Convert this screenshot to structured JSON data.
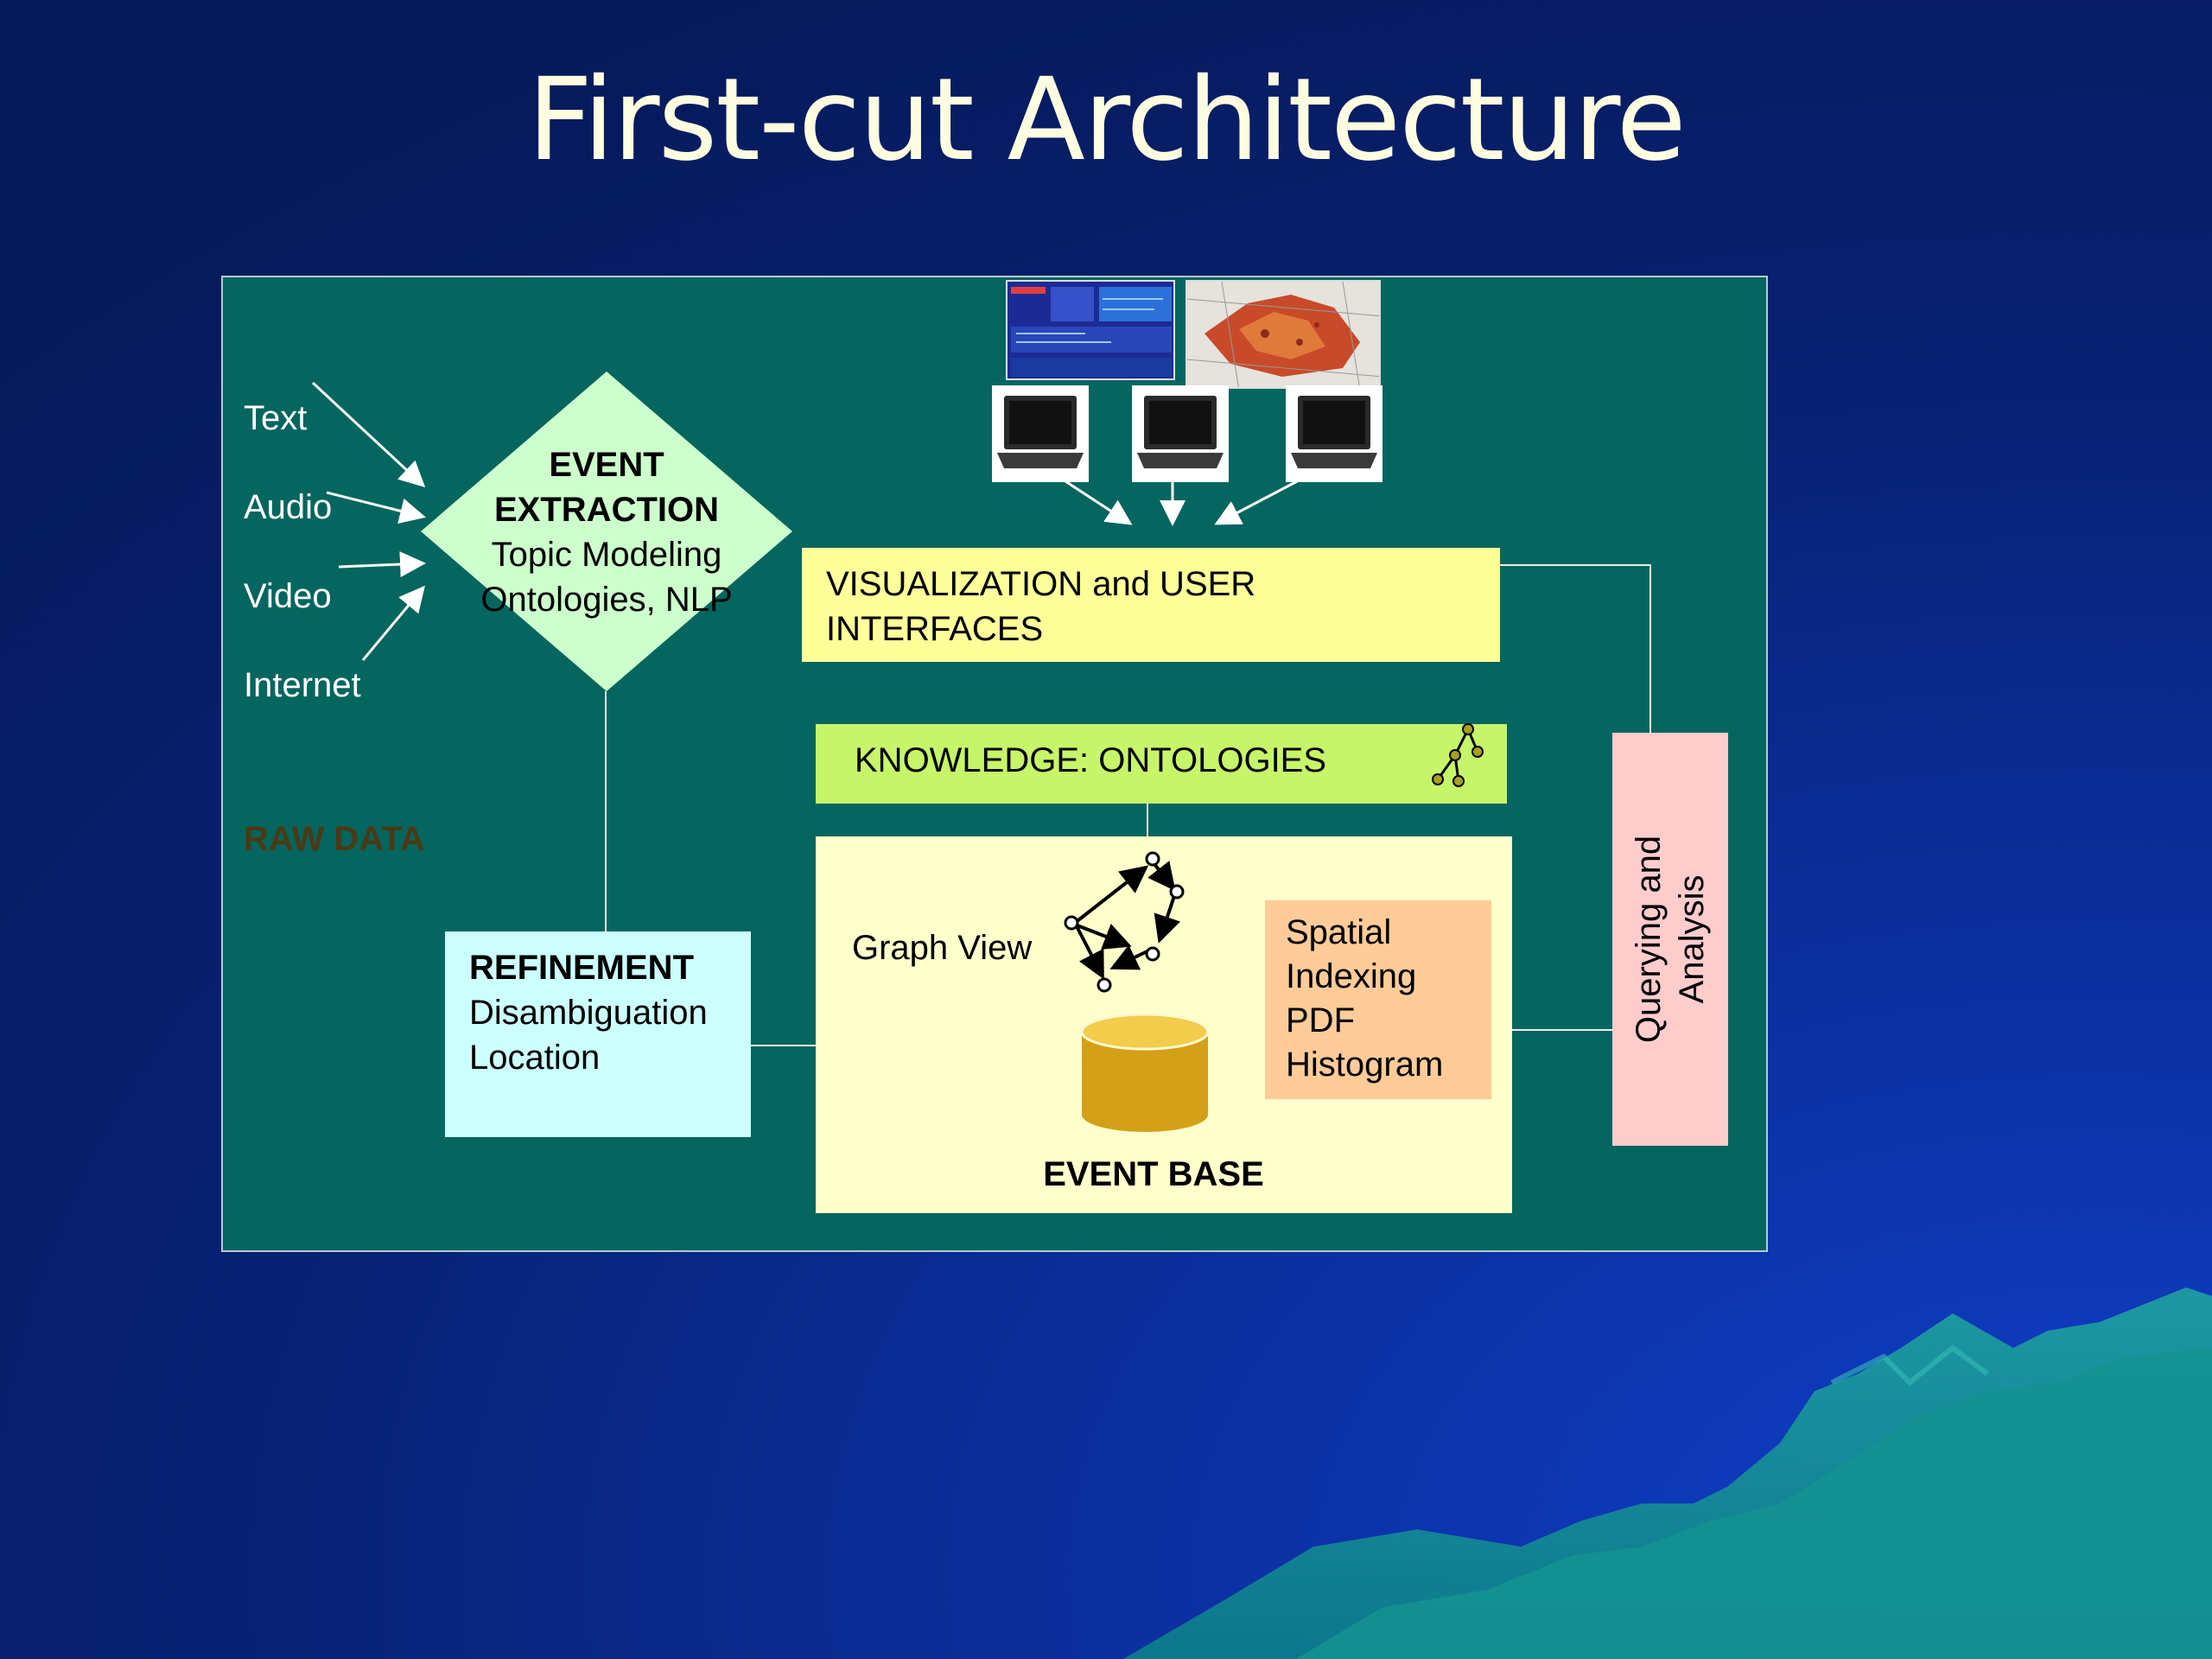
{
  "title": "First-cut Architecture",
  "inputs": [
    "Text",
    "Audio",
    "Video",
    "Internet"
  ],
  "raw_data_label": "RAW DATA",
  "event_extraction": {
    "title_line1": "EVENT",
    "title_line2": "EXTRACTION",
    "line3": "Topic Modeling",
    "line4": "Ontologies, NLP"
  },
  "visualization": {
    "line1": "VISUALIZATION and USER",
    "line2": "INTERFACES"
  },
  "knowledge": {
    "label": "KNOWLEDGE: ONTOLOGIES"
  },
  "refinement": {
    "title": "REFINEMENT",
    "line2": "Disambiguation",
    "line3": "Location"
  },
  "graph_view_label": "Graph View",
  "event_base_label": "EVENT BASE",
  "spatial": {
    "line1": "Spatial",
    "line2": "Indexing",
    "line3": "PDF",
    "line4": "Histogram"
  },
  "querying": {
    "line1": "Querying and",
    "line2": "Analysis"
  },
  "colors": {
    "panel": "#05655f",
    "diamond": "#ccffcc",
    "visualization": "#ffff99",
    "knowledge": "#c7f56a",
    "event_base": "#ffffcc",
    "refinement": "#ccffff",
    "spatial": "#ffcc99",
    "querying": "#ffcccc",
    "database": "#d4a017",
    "title": "#fffde0"
  },
  "icons": [
    "laptop-icon",
    "laptop-icon",
    "laptop-icon",
    "tree-icon",
    "database-icon",
    "graph-icon"
  ]
}
